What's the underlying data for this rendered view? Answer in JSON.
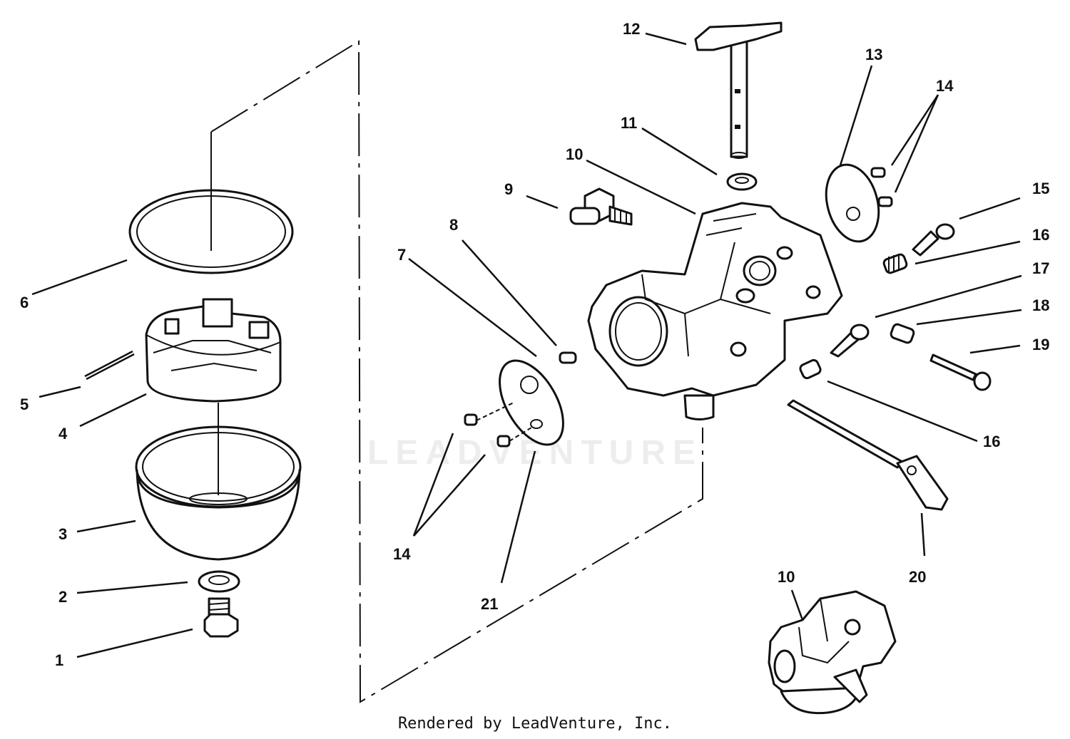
{
  "labels": {
    "l1": "1",
    "l2": "2",
    "l3": "3",
    "l4": "4",
    "l5": "5",
    "l6": "6",
    "l7": "7",
    "l8": "8",
    "l9": "9",
    "l10": "10",
    "l10b": "10",
    "l11": "11",
    "l12": "12",
    "l13": "13",
    "l14a": "14",
    "l14b": "14",
    "l15": "15",
    "l16a": "16",
    "l16b": "16",
    "l17": "17",
    "l18": "18",
    "l19": "19",
    "l20": "20",
    "l21": "21"
  },
  "watermark": "LEADVENTURE",
  "credit": "Rendered by LeadVenture, Inc."
}
